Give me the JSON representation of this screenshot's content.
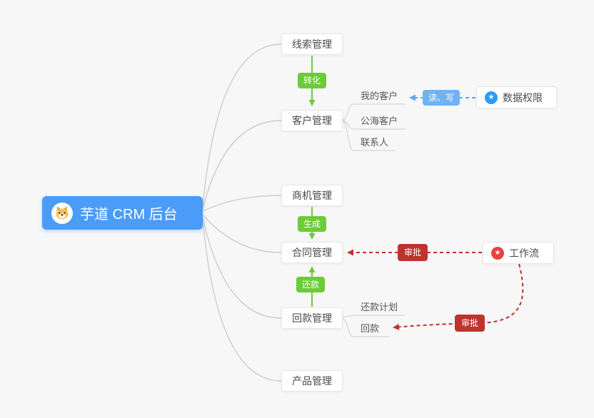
{
  "colors": {
    "background": "#f7f7f7",
    "root_blue": "#4A9CF8",
    "accent_green": "#6CCB3A",
    "accent_blue": "#6FB3F3",
    "accent_red": "#BD332E",
    "permission_icon_blue": "#2E9BF6",
    "workflow_icon_red": "#EC4141"
  },
  "icons": {
    "star_glyph": "★"
  },
  "diagram": {
    "root": {
      "label": "芋道 CRM 后台"
    },
    "modules": [
      {
        "label": "线索管理"
      },
      {
        "label": "客户管理"
      },
      {
        "label": "商机管理"
      },
      {
        "label": "合同管理"
      },
      {
        "label": "回款管理"
      },
      {
        "label": "产品管理"
      }
    ],
    "customer_children": [
      {
        "label": "我的客户"
      },
      {
        "label": "公海客户"
      },
      {
        "label": "联系人"
      }
    ],
    "receivable_children": [
      {
        "label": "还款计划"
      },
      {
        "label": "回款"
      }
    ],
    "badges": {
      "convert": "转化",
      "generate": "生成",
      "repay": "还款",
      "read_write": "读、写",
      "approve_contract": "审批",
      "approve_receivable": "审批"
    },
    "side_nodes": {
      "data_permission": {
        "label": "数据权限"
      },
      "workflow": {
        "label": "工作流"
      }
    }
  }
}
